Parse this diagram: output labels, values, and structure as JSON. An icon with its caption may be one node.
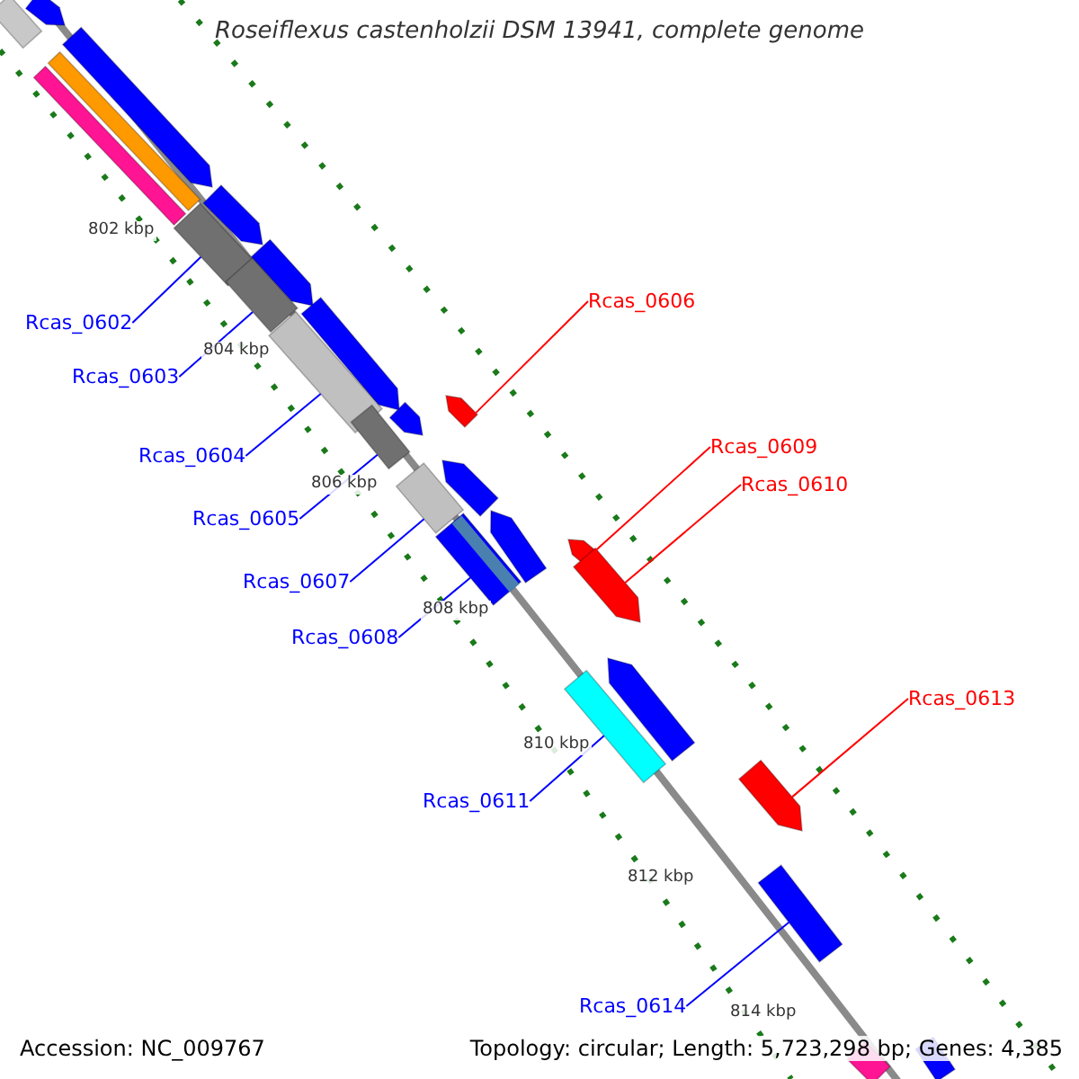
{
  "diagram": {
    "title": "Roseiflexus castenholzii DSM 13941, complete genome",
    "nodes": [
      {
        "text": [
          "Rcas_0606"
        ]
      },
      {
        "text": [
          "Rcas_0602"
        ]
      },
      {
        "text": [
          "Rcas_0603"
        ]
      },
      {
        "text": [
          "Rcas_0609"
        ]
      },
      {
        "text": [
          "Rcas_0604"
        ]
      },
      {
        "text": [
          "Rcas_0610"
        ]
      },
      {
        "text": [
          "Rcas_0605"
        ]
      },
      {
        "text": [
          "Rcas_0607"
        ]
      },
      {
        "text": [
          "Rcas_0608"
        ]
      },
      {
        "text": [
          "Rcas_0613"
        ]
      },
      {
        "text": [
          "Rcas_0611"
        ]
      },
      {
        "text": [
          "Rcas_0614"
        ]
      },
      {
        "text": [],
        "shape": "bar"
      },
      {
        "text": [],
        "shape": "arrow"
      },
      {
        "text": [],
        "shape": "bar"
      },
      {
        "text": [],
        "shape": "bar"
      },
      {
        "text": [],
        "shape": "arrow"
      },
      {
        "text": [],
        "shape": "bar"
      },
      {
        "text": [],
        "shape": "arrow"
      },
      {
        "text": [],
        "shape": "bar"
      },
      {
        "text": [],
        "shape": "arrow"
      },
      {
        "text": [],
        "shape": "arrow"
      },
      {
        "text": [],
        "shape": "bar"
      },
      {
        "text": [],
        "shape": "arrow"
      },
      {
        "text": [],
        "shape": "bar"
      },
      {
        "text": [],
        "shape": "arrow"
      },
      {
        "text": [],
        "shape": "arrow"
      },
      {
        "text": [],
        "shape": "bar"
      },
      {
        "text": [],
        "shape": "arrow"
      },
      {
        "text": [],
        "shape": "bar"
      },
      {
        "text": [],
        "shape": "arrow"
      },
      {
        "text": [],
        "shape": "arrow"
      },
      {
        "text": [],
        "shape": "arrow"
      },
      {
        "text": [],
        "shape": "bar"
      },
      {
        "text": [],
        "shape": "arrow"
      },
      {
        "text": [],
        "shape": "bar"
      },
      {
        "text": [],
        "shape": "bar"
      },
      {
        "text": [],
        "shape": "bar"
      }
    ],
    "edges": [
      {
        "from": 0,
        "to": 25,
        "arrow": "none",
        "color": "#ff0000"
      },
      {
        "from": 1,
        "to": 17,
        "arrow": "none"
      },
      {
        "from": 2,
        "to": 19,
        "arrow": "none"
      },
      {
        "from": 3,
        "to": 30,
        "arrow": "none",
        "color": "#ff0000"
      },
      {
        "from": 4,
        "to": 22,
        "arrow": "none"
      },
      {
        "from": 5,
        "to": 31,
        "arrow": "none",
        "color": "#ff0000"
      },
      {
        "from": 6,
        "to": 24,
        "arrow": "none"
      },
      {
        "from": 7,
        "to": 27,
        "arrow": "none"
      },
      {
        "from": 8,
        "to": 29,
        "arrow": "none"
      },
      {
        "from": 9,
        "to": 34,
        "arrow": "none",
        "color": "#ff0000"
      },
      {
        "from": 10,
        "to": 33,
        "arrow": "none"
      },
      {
        "from": 11,
        "to": 35,
        "arrow": "none"
      }
    ],
    "labels": [
      "802 kbp",
      "804 kbp",
      "806 kbp",
      "808 kbp",
      "810 kbp",
      "812 kbp",
      "814 kbp",
      "Accession: NC_009767",
      "Topology: circular; Length: 5,723,298 bp; Genes: 4,385"
    ]
  }
}
